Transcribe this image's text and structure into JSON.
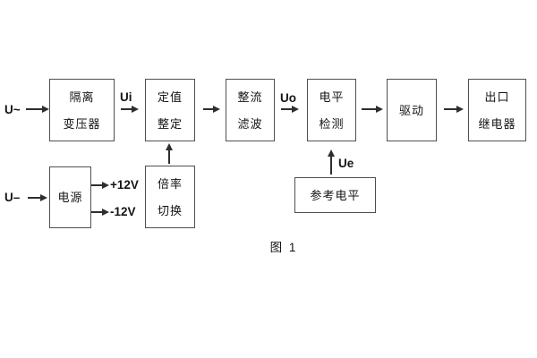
{
  "figure": {
    "caption": "图 1",
    "inputs": {
      "ac_label": "U~",
      "dc_label": "U–"
    },
    "signals": {
      "ui": "Ui",
      "uo": "Uo",
      "ue": "Ue",
      "plus12": "+12V",
      "minus12": "-12V"
    },
    "blocks": {
      "isolation_transformer": {
        "line1": "隔离",
        "line2": "变压器"
      },
      "value_setting": {
        "line1": "定值",
        "line2": "整定"
      },
      "rectifier_filter": {
        "line1": "整流",
        "line2": "滤波"
      },
      "level_detection": {
        "line1": "电平",
        "line2": "检测"
      },
      "driver": {
        "label": "驱动"
      },
      "output_relay": {
        "line1": "出口",
        "line2": "继电器"
      },
      "power_supply": {
        "label": "电源"
      },
      "multiplier_switch": {
        "line1": "倍率",
        "line2": "切换"
      },
      "reference_level": {
        "label": "参考电平"
      }
    },
    "colors": {
      "line": "#2e2e2e",
      "border": "#4f4f4f",
      "text": "#141414",
      "background": "#ffffff"
    }
  }
}
